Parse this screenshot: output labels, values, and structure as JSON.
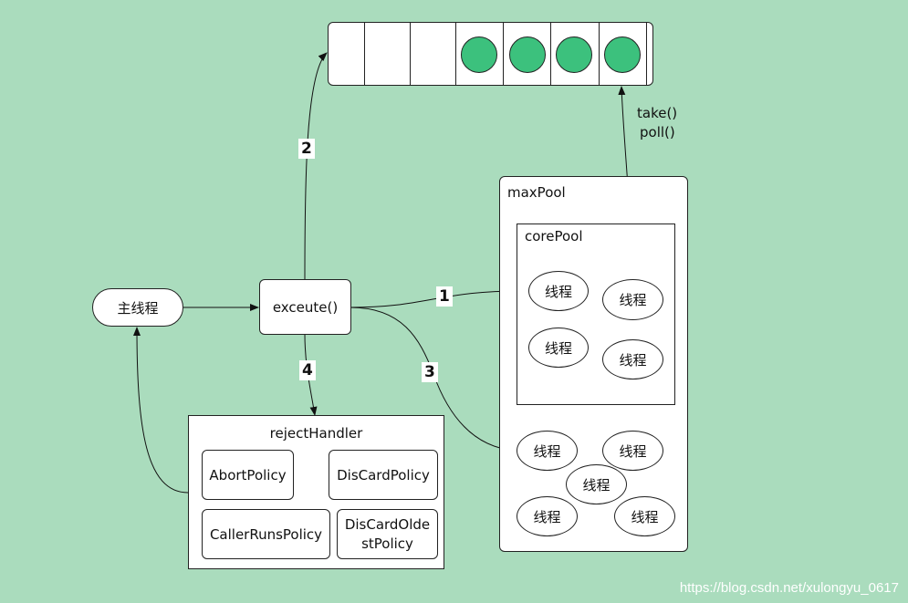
{
  "main_thread": "主线程",
  "execute": "exceute()",
  "queue": {
    "slots": 8,
    "filled_from": 3
  },
  "queue_ops": {
    "take": "take()",
    "poll": "poll()"
  },
  "max_pool": {
    "title": "maxPool",
    "threads": [
      "线程",
      "线程",
      "线程",
      "线程",
      "线程"
    ]
  },
  "core_pool": {
    "title": "corePool",
    "threads": [
      "线程",
      "线程",
      "线程",
      "线程"
    ]
  },
  "reject": {
    "title": "rejectHandler",
    "policies": [
      "AbortPolicy",
      "DisCardPolicy",
      "CallerRunsPolicy",
      "DisCardOldestPolicy"
    ]
  },
  "steps": [
    "1",
    "2",
    "3",
    "4"
  ],
  "watermark": "https://blog.csdn.net/xulongyu_0617"
}
